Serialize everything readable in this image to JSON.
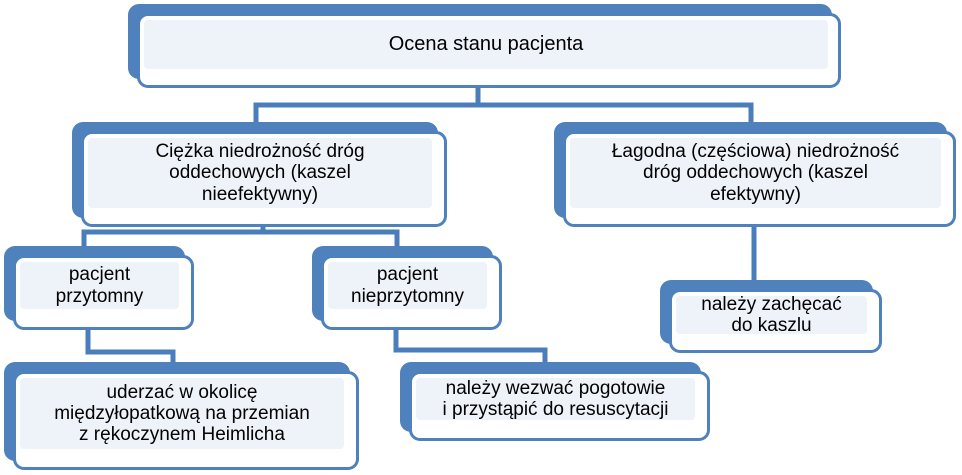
{
  "diagram": {
    "title": "Ocena stanu pacjenta",
    "language": "pl",
    "colors": {
      "accent": "#4f81bd",
      "node_fill": "#eef2f9",
      "node_front": "#ffffff",
      "connector": "#4a7ebb",
      "text": "#000000",
      "background": "#ffffff"
    },
    "nodes": [
      {
        "id": "root",
        "label": "Ocena stanu pacjenta",
        "type": "root"
      },
      {
        "id": "severe",
        "label": "Ciężka niedrożność dróg\noddechowych (kaszel\nnieefektywny)",
        "type": "branch"
      },
      {
        "id": "mild",
        "label": "Łagodna (częściowa) niedrożność\ndróg oddechowych (kaszel\nefektywny)",
        "type": "branch"
      },
      {
        "id": "conscious",
        "label": "pacjent\nprzytomny",
        "type": "leaf"
      },
      {
        "id": "unconscious",
        "label": "pacjent\nnieprzytomny",
        "type": "leaf"
      },
      {
        "id": "encourage_cough",
        "label": "należy zachęcać\ndo kaszlu",
        "type": "action"
      },
      {
        "id": "back_blows",
        "label": "uderzać w okolicę\nmiędzyłopatkową na przemian\nz rękoczynem Heimlicha",
        "type": "action"
      },
      {
        "id": "call_cpr",
        "label": "należy wezwać pogotowie\ni przystąpić do resuscytacji",
        "type": "action"
      }
    ],
    "edges": [
      {
        "from": "root",
        "to": "severe"
      },
      {
        "from": "root",
        "to": "mild"
      },
      {
        "from": "severe",
        "to": "conscious"
      },
      {
        "from": "severe",
        "to": "unconscious"
      },
      {
        "from": "mild",
        "to": "encourage_cough"
      },
      {
        "from": "conscious",
        "to": "back_blows"
      },
      {
        "from": "unconscious",
        "to": "call_cpr"
      }
    ]
  }
}
